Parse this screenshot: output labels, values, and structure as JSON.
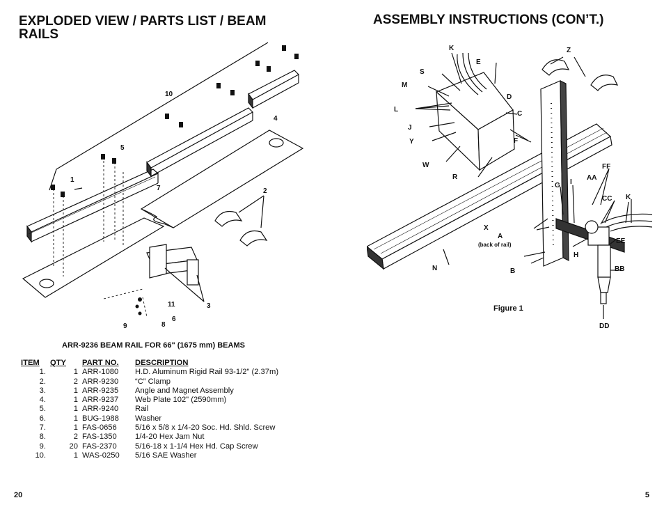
{
  "left_page": {
    "title": "EXPLODED VIEW / PARTS LIST / BEAM RAILS",
    "callouts": [
      "10",
      "4",
      "5",
      "1",
      "7",
      "2",
      "11",
      "3",
      "6",
      "9",
      "8"
    ],
    "parts_caption": "ARR-9236 BEAM RAIL FOR 66\" (1675 mm) BEAMS",
    "table": {
      "headers": [
        "ITEM",
        "QTY",
        "PART NO.",
        "DESCRIPTION"
      ],
      "rows": [
        [
          "1.",
          "1",
          "ARR-1080",
          "H.D. Aluminum Rigid Rail 93-1/2\" (2.37m)"
        ],
        [
          "2.",
          "2",
          "ARR-9230",
          "“C” Clamp"
        ],
        [
          "3.",
          "1",
          "ARR-9235",
          "Angle and Magnet Assembly"
        ],
        [
          "4.",
          "1",
          "ARR-9237",
          "Web Plate 102\" (2590mm)"
        ],
        [
          "5.",
          "1",
          "ARR-9240",
          "Rail"
        ],
        [
          "6.",
          "1",
          "BUG-1988",
          "Washer"
        ],
        [
          "7.",
          "1",
          "FAS-0656",
          "5/16 x 5/8 x 1/4-20 Soc. Hd. Shld. Screw"
        ],
        [
          "8.",
          "2",
          "FAS-1350",
          "1/4-20 Hex Jam Nut"
        ],
        [
          "9.",
          "20",
          "FAS-2370",
          "5/16-18 x 1-1/4 Hex Hd. Cap Screw"
        ],
        [
          "10.",
          "1",
          "WAS-0250",
          "5/16 SAE Washer"
        ]
      ]
    },
    "page_number": "20"
  },
  "right_page": {
    "title": "ASSEMBLY INSTRUCTIONS (CON’T.)",
    "callouts": [
      "K",
      "Z",
      "E",
      "S",
      "M",
      "D",
      "L",
      "C",
      "J",
      "Y",
      "F",
      "W",
      "R",
      "FF",
      "G",
      "I",
      "AA",
      "CC",
      "K",
      "X",
      "A",
      "(back of rail)",
      "EE",
      "H",
      "N",
      "B",
      "BB",
      "DD"
    ],
    "figure_caption": "Figure 1",
    "page_number": "5"
  }
}
